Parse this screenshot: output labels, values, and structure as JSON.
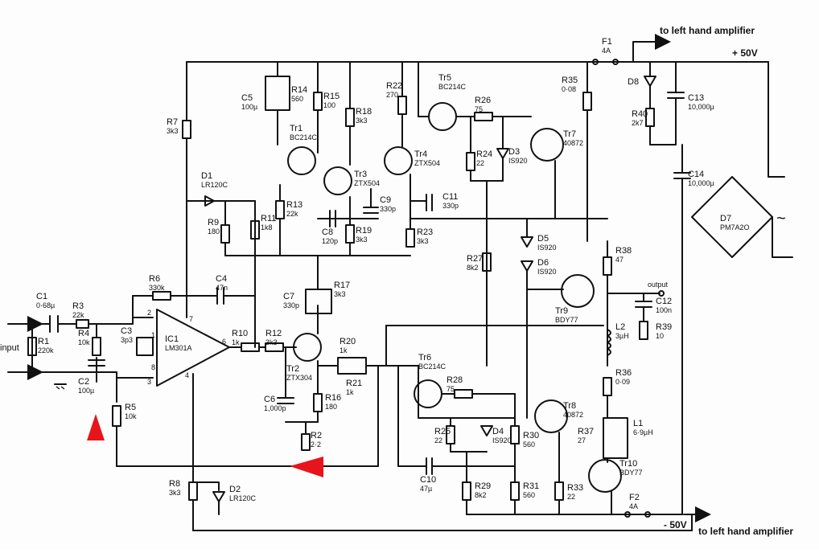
{
  "labels": {
    "to_left_top": "to left hand amplifier",
    "to_left_bottom": "to left hand amplifier",
    "plus50": "+ 50V",
    "minus50": "- 50V",
    "input": "input",
    "output": "output",
    "ac": "~"
  },
  "components": {
    "C1": {
      "name": "C1",
      "value": "0·68µ"
    },
    "R1": {
      "name": "R1",
      "value": "220k"
    },
    "R3": {
      "name": "R3",
      "value": "22k"
    },
    "R4": {
      "name": "R4",
      "value": "10k"
    },
    "C2": {
      "name": "C2",
      "value": "100µ"
    },
    "C3": {
      "name": "C3",
      "value": "3p3"
    },
    "R5": {
      "name": "R5",
      "value": "10k"
    },
    "R6": {
      "name": "R6",
      "value": "330k"
    },
    "R7": {
      "name": "R7",
      "value": "3k3"
    },
    "R8": {
      "name": "R8",
      "value": "3k3"
    },
    "IC1": {
      "name": "IC1",
      "value": "LM301A"
    },
    "D1": {
      "name": "D1",
      "value": "LR120C"
    },
    "D2": {
      "name": "D2",
      "value": "LR120C"
    },
    "R9": {
      "name": "R9",
      "value": "180"
    },
    "R11": {
      "name": "R11",
      "value": "1k8"
    },
    "C4": {
      "name": "C4",
      "value": "47n"
    },
    "C5": {
      "name": "C5",
      "value": "100µ"
    },
    "R14": {
      "name": "R14",
      "value": "560"
    },
    "R15": {
      "name": "R15",
      "value": "100"
    },
    "R18": {
      "name": "R18",
      "value": "3k3"
    },
    "R22": {
      "name": "R22",
      "value": "270"
    },
    "Tr1": {
      "name": "Tr1",
      "value": "BC214C"
    },
    "Tr3": {
      "name": "Tr3",
      "value": "ZTX504"
    },
    "Tr4": {
      "name": "Tr4",
      "value": "ZTX504"
    },
    "Tr5": {
      "name": "Tr5",
      "value": "BC214C"
    },
    "R13": {
      "name": "R13",
      "value": "22k"
    },
    "C8": {
      "name": "C8",
      "value": "120p"
    },
    "C9": {
      "name": "C9",
      "value": "330p"
    },
    "R19": {
      "name": "R19",
      "value": "3k3"
    },
    "R23": {
      "name": "R23",
      "value": "3k3"
    },
    "C11": {
      "name": "C11",
      "value": "330p"
    },
    "R26": {
      "name": "R26",
      "value": "75"
    },
    "R24": {
      "name": "R24",
      "value": "22"
    },
    "D3": {
      "name": "D3",
      "value": "IS920"
    },
    "Tr7": {
      "name": "Tr7",
      "value": "40872"
    },
    "R35": {
      "name": "R35",
      "value": "0·08"
    },
    "F1": {
      "name": "F1",
      "value": "4A"
    },
    "D8": {
      "name": "D8",
      "value": ""
    },
    "R40": {
      "name": "R40",
      "value": "2k7"
    },
    "C13": {
      "name": "C13",
      "value": "10,000µ"
    },
    "C14": {
      "name": "C14",
      "value": "10,000µ"
    },
    "D7": {
      "name": "D7",
      "value": "PM7A2O"
    },
    "D5": {
      "name": "D5",
      "value": "IS920"
    },
    "D6": {
      "name": "D6",
      "value": "IS920"
    },
    "R27": {
      "name": "R27",
      "value": "8k2"
    },
    "R38": {
      "name": "R38",
      "value": "47"
    },
    "Tr9": {
      "name": "Tr9",
      "value": "BDY77"
    },
    "C12": {
      "name": "C12",
      "value": "100n"
    },
    "R39": {
      "name": "R39",
      "value": "10"
    },
    "L2": {
      "name": "L2",
      "value": "3µH"
    },
    "R36": {
      "name": "R36",
      "value": "0·09"
    },
    "L1": {
      "name": "L1",
      "value": "6·9µH"
    },
    "R37": {
      "name": "R37",
      "value": "27"
    },
    "Tr10": {
      "name": "Tr10",
      "value": "BDY77"
    },
    "F2": {
      "name": "F2",
      "value": "4A"
    },
    "R33": {
      "name": "R33",
      "value": "22"
    },
    "Tr8": {
      "name": "Tr8",
      "value": "40872"
    },
    "R31": {
      "name": "R31",
      "value": "560"
    },
    "R30": {
      "name": "R30",
      "value": "560"
    },
    "R29": {
      "name": "R29",
      "value": "8k2"
    },
    "C10": {
      "name": "C10",
      "value": "47µ"
    },
    "R25": {
      "name": "R25",
      "value": "22"
    },
    "D4": {
      "name": "D4",
      "value": "IS920"
    },
    "R28": {
      "name": "R28",
      "value": "75"
    },
    "Tr6": {
      "name": "Tr6",
      "value": "BC214C"
    },
    "R20": {
      "name": "R20",
      "value": "1k"
    },
    "R21": {
      "name": "R21",
      "value": "1k"
    },
    "R17": {
      "name": "R17",
      "value": "3k3"
    },
    "C7": {
      "name": "C7",
      "value": "330p"
    },
    "R12": {
      "name": "R12",
      "value": "3k3"
    },
    "R10": {
      "name": "R10",
      "value": "1k"
    },
    "Tr2": {
      "name": "Tr2",
      "value": "ZTX304"
    },
    "C6": {
      "name": "C6",
      "value": "1,000p"
    },
    "R16": {
      "name": "R16",
      "value": "180"
    },
    "R2": {
      "name": "R2",
      "value": "2·2"
    }
  },
  "pins": {
    "p2": "2",
    "p3": "3",
    "p1": "1",
    "p7": "7",
    "p6": "6",
    "p8": "8",
    "p4": "4"
  },
  "colors": {
    "arrow": "#e8141b",
    "ink": "#111111"
  }
}
